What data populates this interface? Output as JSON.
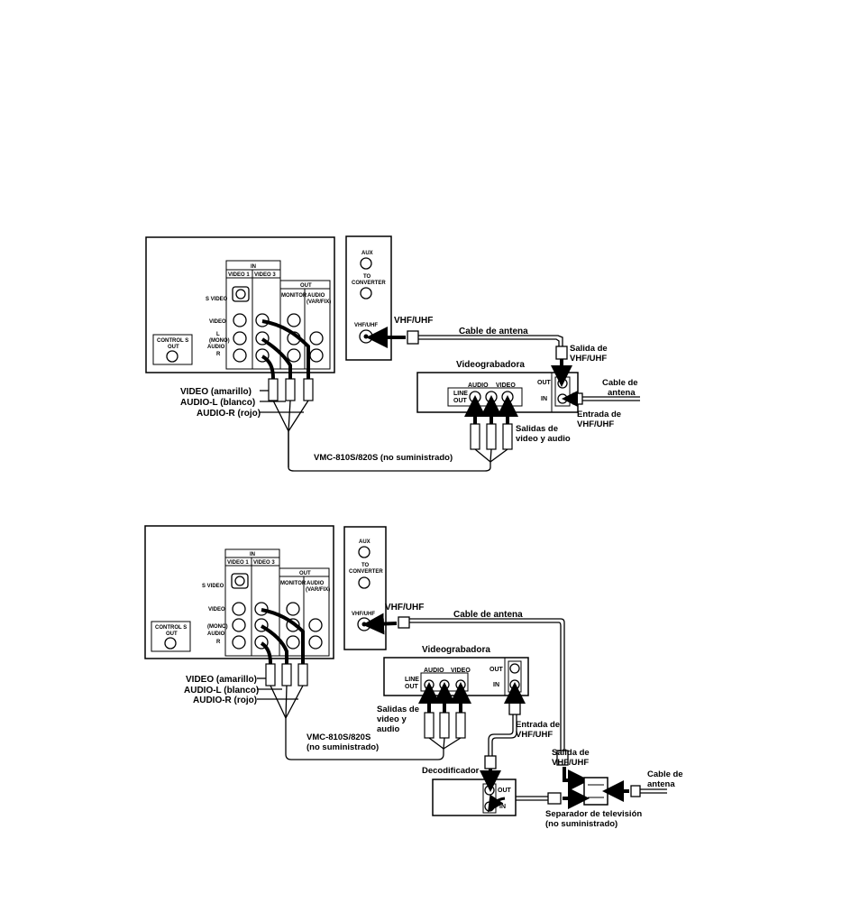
{
  "diagram1": {
    "tv": {
      "in_header": "IN",
      "video1": "VIDEO 1",
      "video3": "VIDEO 3",
      "s_video": "S VIDEO",
      "video": "VIDEO",
      "l_mono": "L",
      "mono": "(MONO)",
      "audio": "AUDIO",
      "r": "R",
      "out_header": "OUT",
      "monitor": "MONITOR",
      "audio_var": "AUDIO",
      "var_fix": "(VAR/FIX)",
      "control_s": "CONTROL S",
      "control_s_out": "OUT"
    },
    "side_panel": {
      "aux": "AUX",
      "to": "TO",
      "converter": "CONVERTER",
      "vhf_uhf_small": "VHF/UHF"
    },
    "labels": {
      "vhf_uhf": "VHF/UHF",
      "cable_antena": "Cable de antena",
      "salida_de": "Salida de",
      "salida_vhf": "VHF/UHF",
      "videograbadora": "Videograbadora",
      "out": "OUT",
      "in": "IN",
      "line": "LINE",
      "line_out": "OUT",
      "audio": "AUDIO",
      "video": "VIDEO",
      "cable_de": "Cable de",
      "antena": "antena",
      "entrada_de": "Entrada de",
      "entrada_vhf": "VHF/UHF",
      "salidas_de": "Salidas de",
      "video_y_audio": "video y audio",
      "video_amarillo": "VIDEO (amarillo)",
      "audio_l_blanco": "AUDIO-L (blanco)",
      "audio_r_rojo": "AUDIO-R (rojo)",
      "vmc": "VMC-810S/820S (no suministrado)"
    }
  },
  "diagram2": {
    "tv": {
      "in_header": "IN",
      "video1": "VIDEO 1",
      "video3": "VIDEO 3",
      "s_video": "S VIDEO",
      "video": "VIDEO",
      "mono": "(MONO)",
      "audio": "AUDIO",
      "r": "R",
      "out_header": "OUT",
      "monitor": "MONITOR",
      "audio_var": "AUDIO",
      "var_fix": "(VAR/FIX)",
      "control_s": "CONTROL S",
      "control_s_out": "OUT"
    },
    "side_panel": {
      "aux": "AUX",
      "to": "TO",
      "converter": "CONVERTER",
      "vhf_uhf_small": "VHF/UHF"
    },
    "labels": {
      "vhf_uhf": "VHF/UHF",
      "cable_antena": "Cable de antena",
      "videograbadora": "Videograbadora",
      "out": "OUT",
      "in": "IN",
      "line": "LINE",
      "line_out": "OUT",
      "audio": "AUDIO",
      "video": "VIDEO",
      "salidas_de": "Salidas de",
      "video_y": "video y",
      "audio_word": "audio",
      "entrada_de": "Entrada de",
      "entrada_vhf": "VHF/UHF",
      "vmc": "VMC-810S/820S",
      "no_sum": "(no suministrado)",
      "decodificador": "Decodificador",
      "dec_out": "OUT",
      "dec_in": "IN",
      "salida_de": "Salida de",
      "salida_vhf": "VHF/UHF",
      "cable_de": "Cable de",
      "antena": "antena",
      "separador": "Separador de televisión",
      "sep_no_sum": "(no suministrado)",
      "video_amarillo": "VIDEO (amarillo)",
      "audio_l_blanco": "AUDIO-L (blanco)",
      "audio_r_rojo": "AUDIO-R (rojo)"
    }
  }
}
